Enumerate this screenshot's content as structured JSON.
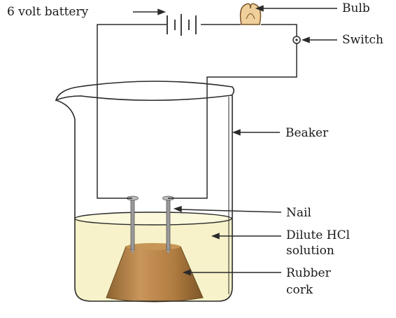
{
  "labels": {
    "battery": "6 volt battery",
    "bulb": "Bulb",
    "switch": "Switch",
    "beaker": "Beaker",
    "nail": "Nail",
    "solution_line1": "Dilute HCl",
    "solution_line2": "solution",
    "cork_line1": "Rubber",
    "cork_line2": "cork"
  },
  "colors": {
    "wire": "#2a2a2a",
    "solution": "#f7f2c9",
    "cork": "#b48547",
    "cork_dark": "#8a6230",
    "bulb": "#efcf9a",
    "nail": "#8c8c8c"
  }
}
